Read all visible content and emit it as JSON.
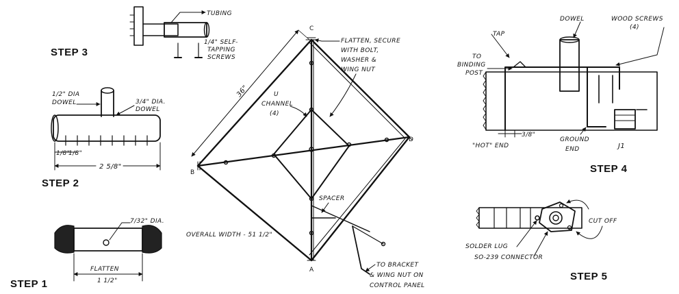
{
  "steps": {
    "step1": "STEP 1",
    "step2": "STEP 2",
    "step3": "STEP 3",
    "step4": "STEP 4",
    "step5": "STEP 5"
  },
  "step1_labels": {
    "hole": "7/32\" DIA.",
    "flatten": "FLATTEN",
    "length": "1 1/2\""
  },
  "step2_labels": {
    "half_dowel": "1/2\" DIA",
    "half_dowel_2": "DOWEL",
    "three_quarter_dowel": "3/4\" DIA.",
    "three_quarter_dowel_2": "DOWEL",
    "spacing_a": "1/8\"",
    "spacing_b": "1/8\"",
    "overall": "2 5/8\""
  },
  "step3_labels": {
    "tubing": "TUBING",
    "screws_1": "1/4\" SELF-",
    "screws_2": "TAPPING",
    "screws_3": "SCREWS"
  },
  "main_labels": {
    "corner_a": "A",
    "corner_b": "B",
    "corner_c": "C",
    "corner_d": "D",
    "side_length": "36\"",
    "flatten_1": "FLATTEN, SECURE",
    "flatten_2": "WITH BOLT,",
    "flatten_3": "WASHER &",
    "flatten_4": "WING NUT",
    "u_channel_1": "U",
    "u_channel_2": "CHANNEL",
    "u_channel_3": "(4)",
    "spacer": "SPACER",
    "overall_width": "OVERALL WIDTH - 51 1/2\"",
    "bracket_1": "TO BRACKET",
    "bracket_2": "& WING NUT ON",
    "bracket_3": "CONTROL PANEL"
  },
  "step4_labels": {
    "dowel": "DOWEL",
    "wood_screws": "WOOD SCREWS",
    "wood_screws_count": "(4)",
    "tap": "TAP",
    "binding_1": "TO",
    "binding_2": "BINDING",
    "binding_3": "POST",
    "hot_end": "\"HOT\" END",
    "spacing": "3/8\"",
    "ground_1": "GROUND",
    "ground_2": "END",
    "jack": "J1"
  },
  "step5_labels": {
    "cut_off": "CUT OFF",
    "solder_lug": "SOLDER LUG",
    "connector": "SO-239 CONNECTOR"
  },
  "colors": {
    "ink": "#111111",
    "paper": "#ffffff"
  }
}
